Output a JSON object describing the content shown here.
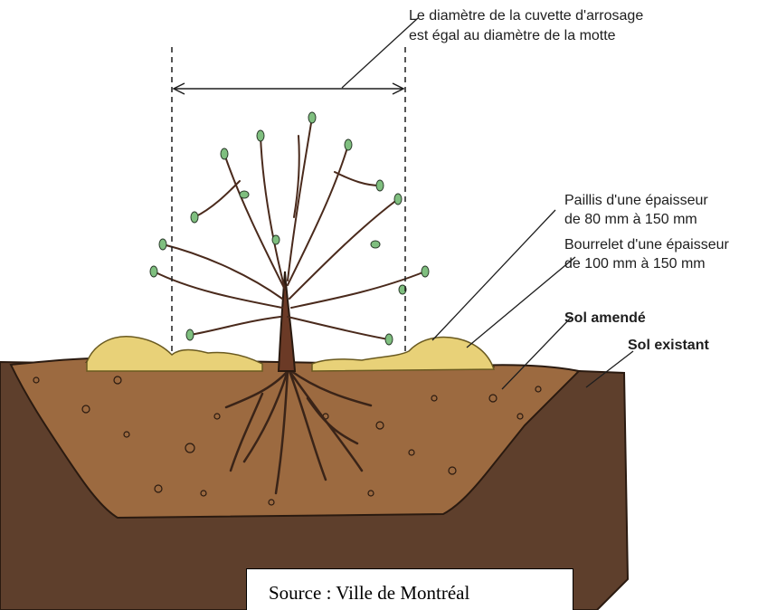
{
  "labels": {
    "diameter_line1": "Le diamètre de la cuvette d'arrosage",
    "diameter_line2": "est égal au diamètre de la motte",
    "mulch_line1": "Paillis d'une épaisseur",
    "mulch_line2": "de 80 mm à 150 mm",
    "berm_line1": "Bourrelet d'une épaisseur",
    "berm_line2": "de 100 mm à 150 mm",
    "amended_soil": "Sol amendé",
    "existing_soil": "Sol existant"
  },
  "source": "Source : Ville de Montréal",
  "colors": {
    "existing_soil": "#5e3f2c",
    "amended_soil": "#9c6a40",
    "mulch": "#e8d178",
    "trunk": "#6b3a26",
    "leaf": "#7fbf7f",
    "line": "#1e1e1e"
  }
}
